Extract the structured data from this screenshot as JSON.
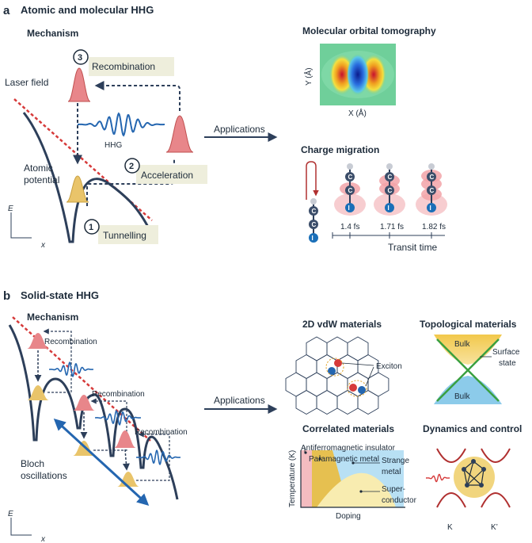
{
  "panel_a": {
    "letter": "a",
    "title": "Atomic and molecular HHG",
    "mechanism": "Mechanism",
    "laser_field": "Laser field",
    "atomic_potential_1": "Atomic",
    "atomic_potential_2": "potential",
    "hhg": "HHG",
    "step1_num": "1",
    "step1": "Tunnelling",
    "step2_num": "2",
    "step2": "Acceleration",
    "step3_num": "3",
    "step3": "Recombination",
    "applications": "Applications",
    "axis_e": "E",
    "axis_x": "x",
    "tomo_title": "Molecular orbital tomography",
    "tomo_y": "Y (Å)",
    "tomo_x": "X (Å)",
    "cm_title": "Charge migration",
    "atom_c": "C",
    "atom_i": "I",
    "times": [
      "1.4 fs",
      "1.71 fs",
      "1.82 fs"
    ],
    "transit": "Transit time"
  },
  "panel_b": {
    "letter": "b",
    "title": "Solid-state HHG",
    "mechanism": "Mechanism",
    "recomb": "Recombination",
    "bloch_1": "Bloch",
    "bloch_2": "oscillations",
    "applications": "Applications",
    "axis_e": "E",
    "axis_x": "x",
    "vdw_title": "2D vdW materials",
    "exciton": "Exciton",
    "topo_title": "Topological materials",
    "bulk": "Bulk",
    "surface_1": "Surface",
    "surface_2": "state",
    "corr_title": "Correlated materials",
    "afm": "Antiferromagnetic insulator",
    "pm": "Paramagnetic metal",
    "strange_1": "Strange",
    "strange_2": "metal",
    "sc_1": "Super-",
    "sc_2": "conductor",
    "temp": "Temperature (K)",
    "doping": "Doping",
    "dyn_title": "Dynamics and control",
    "k": "K",
    "kp": "K’"
  },
  "colors": {
    "navy": "#2d3f5a",
    "blue": "#2466b0",
    "red": "#d63a3a",
    "pink": "#e8868a",
    "yellow": "#e9c46a",
    "label_bg": "#eeeedc"
  }
}
